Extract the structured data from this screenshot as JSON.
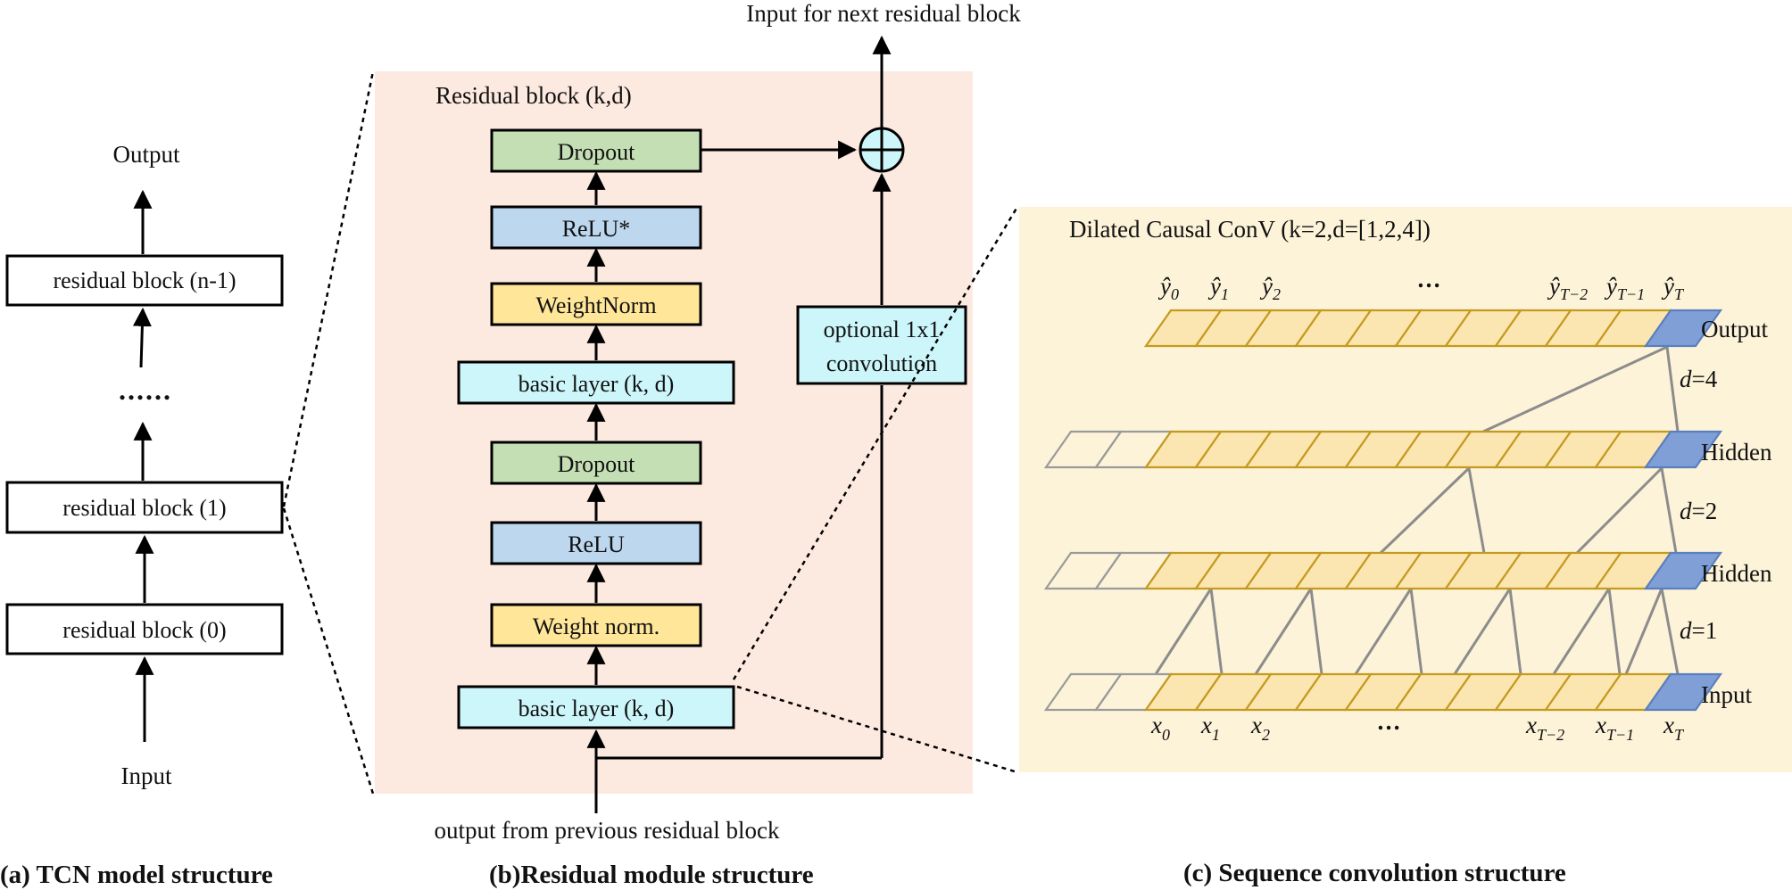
{
  "colors": {
    "panel_b_bg": "#fce9e0",
    "panel_c_bg": "#fdf3d8",
    "dropout": "#c5dfb4",
    "relu": "#bdd7ee",
    "weightnorm": "#ffe699",
    "basic_layer": "#ccf6fa",
    "optional_conv": "#ccf6fa",
    "cell_fill": "#fbe5b0",
    "cell_stroke": "#c49a1e",
    "cell_blank_stroke": "#9a9a9a",
    "cell_last": "#7f9fd6"
  },
  "panel_a": {
    "output_label": "Output",
    "input_label": "Input",
    "ellipsis": "......",
    "blocks": [
      "residual block (n-1)",
      "residual block (1)",
      "residual block (0)"
    ],
    "caption": "(a) TCN model structure"
  },
  "panel_b": {
    "title": "Residual block (k,d)",
    "top_label": "Input for next residual block",
    "bottom_label": "output from previous residual block",
    "layers": [
      "Dropout",
      "ReLU*",
      "WeightNorm",
      "basic layer (k, d)",
      "Dropout",
      "ReLU",
      "Weight norm.",
      "basic layer (k, d)"
    ],
    "optional_line1": "optional 1x1",
    "optional_line2": "convolution",
    "caption": "(b)Residual module structure"
  },
  "panel_c": {
    "title": "Dilated Causal ConV (k=2,d=[1,2,4])",
    "row_labels": [
      "Output",
      "Hidden",
      "Hidden",
      "Input"
    ],
    "dilations": [
      {
        "var": "d",
        "value": "=4"
      },
      {
        "var": "d",
        "value": "=2"
      },
      {
        "var": "d",
        "value": "=1"
      }
    ],
    "y_labels": [
      "ŷ",
      "ŷ",
      "ŷ",
      "ŷ",
      "ŷ",
      "ŷ"
    ],
    "y_subs": [
      "0",
      "1",
      "2",
      "T−2",
      "T−1",
      "T"
    ],
    "x_labels": [
      "x",
      "x",
      "x",
      "x",
      "x",
      "x"
    ],
    "x_subs": [
      "0",
      "1",
      "2",
      "T−2",
      "T−1",
      "T"
    ],
    "ellipsis": "…",
    "caption": "(c) Sequence convolution structure"
  }
}
